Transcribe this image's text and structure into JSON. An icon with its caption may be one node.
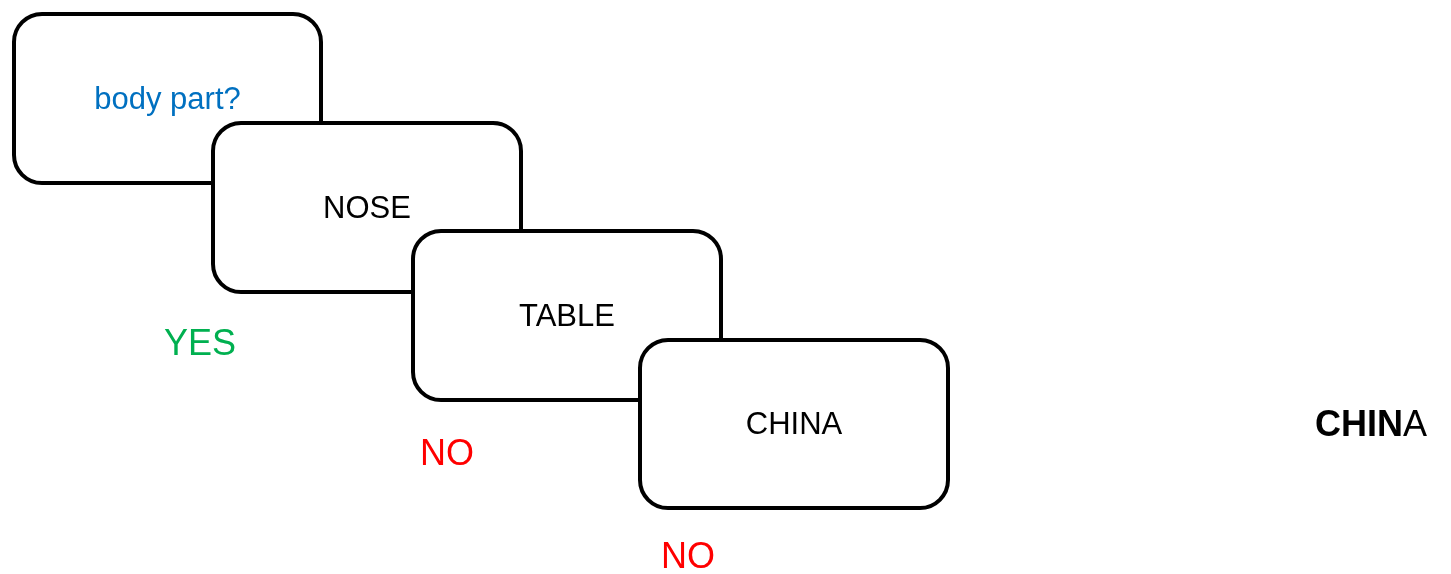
{
  "diagram": {
    "nodes": [
      {
        "text": [
          "body part?"
        ]
      },
      {
        "text": [
          "NOSE"
        ]
      },
      {
        "text": [
          "TABLE"
        ]
      },
      {
        "text": [
          "CHINA"
        ]
      }
    ],
    "labels": [
      "YES",
      "NO",
      "NO",
      "**CHIN**A"
    ]
  }
}
